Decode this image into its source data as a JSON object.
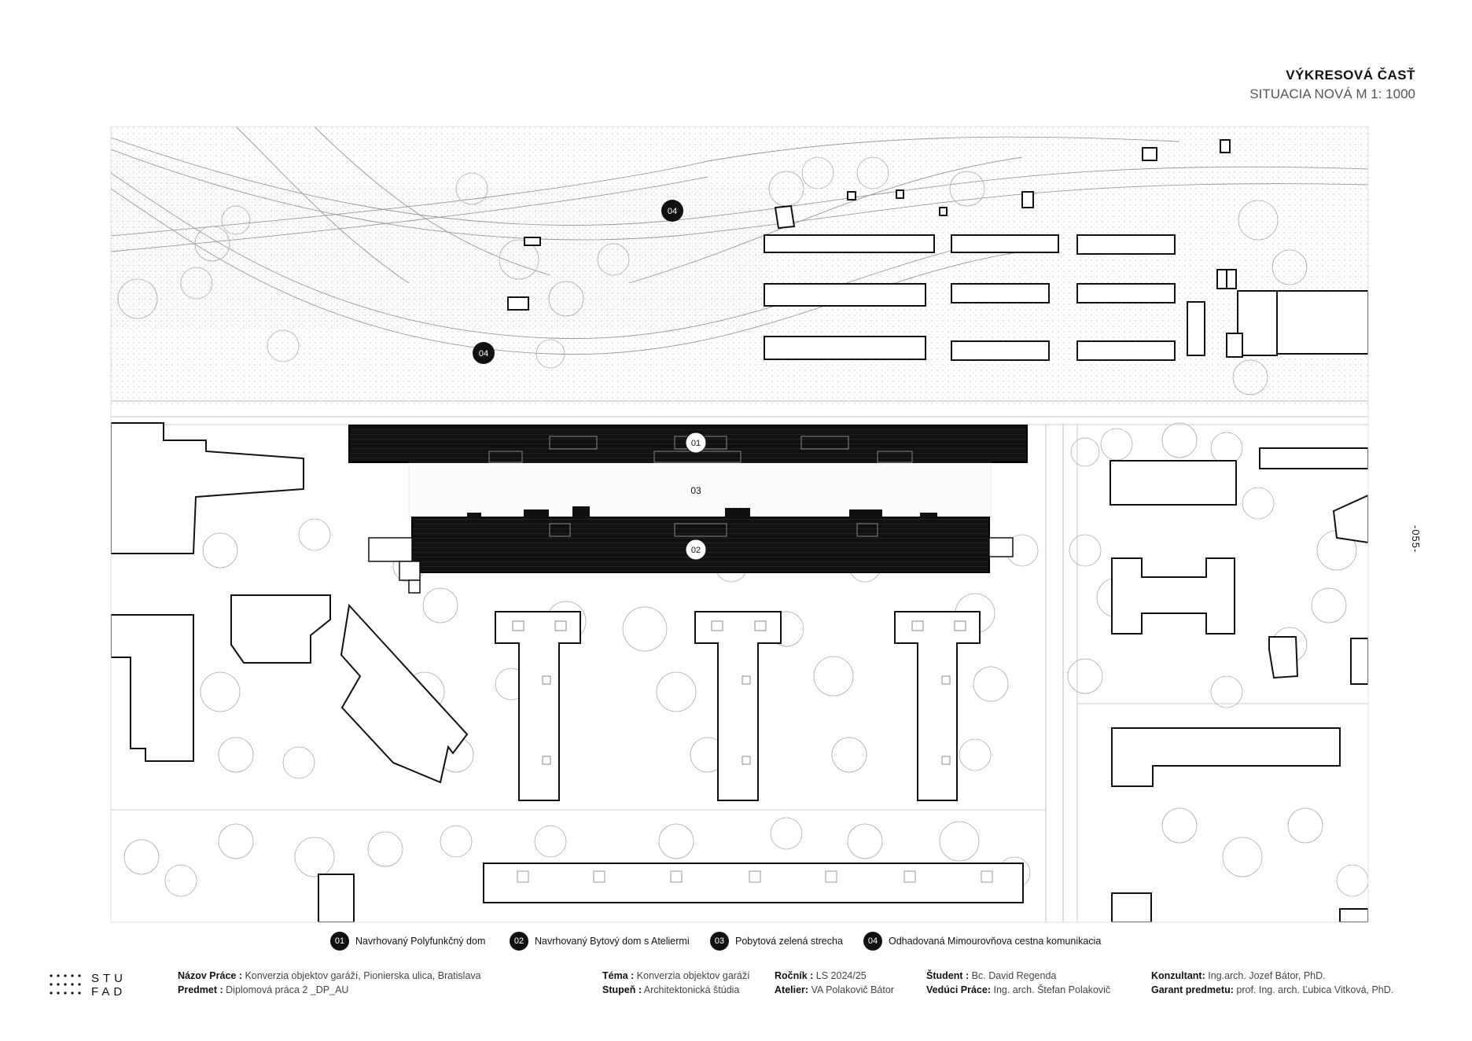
{
  "header": {
    "title": "VÝKRESOVÁ ČASŤ",
    "subtitle": "SITUACIA NOVÁ M 1: 1000"
  },
  "page_number": "-055-",
  "markers": {
    "m01": "01",
    "m02": "02",
    "m03": "03",
    "m04a": "04",
    "m04b": "04"
  },
  "legend": [
    {
      "num": "01",
      "label": "Navrhovaný Polyfunkčný dom"
    },
    {
      "num": "02",
      "label": "Navrhovaný  Bytový dom s Ateliermi"
    },
    {
      "num": "03",
      "label": "Pobytová zelená strecha"
    },
    {
      "num": "04",
      "label": "Odhadovaná Mimourovňova cestna komunikacia"
    }
  ],
  "logo": {
    "line1": "STU",
    "line2": "FAD"
  },
  "title_block": {
    "nazov_label": "Názov Práce :",
    "nazov_value": "Konverzia objektov garáží, Pionierska ulica, Bratislava",
    "predmet_label": "Predmet :",
    "predmet_value": "Diplomová práca 2 _DP_AU",
    "tema_label": "Téma :",
    "tema_value": "Konverzia objektov garáží",
    "stupen_label": "Stupeň :",
    "stupen_value": "Architektonická štúdia",
    "rocnik_label": "Ročník :",
    "rocnik_value": "LS 2024/25",
    "atelier_label": "Atelier:",
    "atelier_value": "VA Polakovič Bátor",
    "student_label": "Študent :",
    "student_value": "Bc. David Regenda",
    "veduci_label": "Vedúci Práce:",
    "veduci_value": "Ing. arch. Štefan Polakovič",
    "konzultant_label": "Konzultant:",
    "konzultant_value": "Ing.arch. Jozef Bátor, PhD.",
    "garant_label": "Garant predmetu:",
    "garant_value": "prof. Ing. arch. Ľubica Vitková, PhD."
  }
}
